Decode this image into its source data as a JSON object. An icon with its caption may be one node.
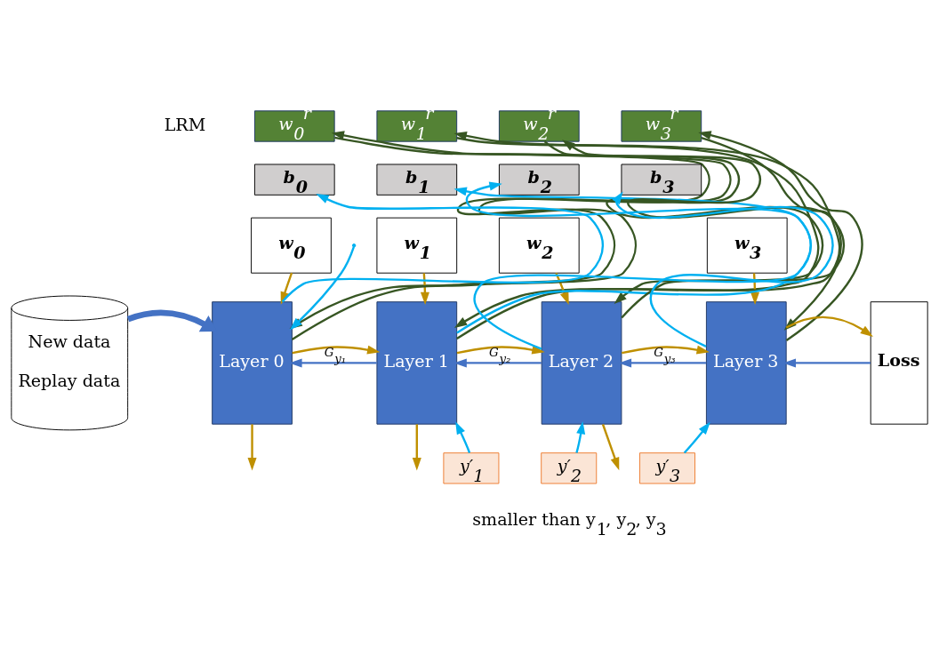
{
  "diagram": {
    "nodes": [
      {
        "text": [
          "w$_{0}$$^{r}$"
        ]
      },
      {
        "text": [
          "w$_{1}$$^{r}$"
        ]
      },
      {
        "text": [
          "w$_{2}$$^{r}$"
        ]
      },
      {
        "text": [
          "w$_{3}$$^{r}$"
        ]
      },
      {
        "text": [
          "b$_{0}$"
        ]
      },
      {
        "text": [
          "b$_{1}$"
        ]
      },
      {
        "text": [
          "b$_{2}$"
        ]
      },
      {
        "text": [
          "b$_{3}$"
        ]
      },
      {
        "text": [
          "w$_{0}$"
        ]
      },
      {
        "text": [
          "w$_{1}$"
        ]
      },
      {
        "text": [
          "w$_{2}$"
        ]
      },
      {
        "text": [
          "w$_{3}$"
        ]
      },
      {
        "text": [
          "New data",
          "Replay data"
        ]
      },
      {
        "text": [
          "Layer 0"
        ]
      },
      {
        "text": [
          "Layer 1"
        ]
      },
      {
        "text": [
          "Layer 2"
        ]
      },
      {
        "text": [
          "Layer 3"
        ]
      },
      {
        "text": [
          "Loss"
        ]
      },
      {
        "text": [
          "y′$_{1}$"
        ]
      },
      {
        "text": [
          "y′$_{2}$"
        ]
      },
      {
        "text": [
          "y′$_{3}$"
        ]
      }
    ],
    "edges": [
      {
        "from": 13,
        "to": 0,
        "arrow": "to",
        "color": "#375623"
      },
      {
        "from": 0,
        "to": 13,
        "arrow": "to",
        "color": "#375623"
      },
      {
        "from": 14,
        "to": 1,
        "arrow": "to",
        "color": "#375623"
      },
      {
        "from": 1,
        "to": 14,
        "arrow": "to",
        "color": "#375623"
      },
      {
        "from": 15,
        "to": 2,
        "arrow": "to",
        "color": "#375623"
      },
      {
        "from": 2,
        "to": 15,
        "arrow": "to",
        "color": "#375623"
      },
      {
        "from": 16,
        "to": 3,
        "arrow": "to",
        "color": "#375623"
      },
      {
        "from": 3,
        "to": 16,
        "arrow": "to",
        "color": "#375623"
      },
      {
        "from": 13,
        "to": 4,
        "arrow": "to",
        "color": "#00b0f0"
      },
      {
        "from": 14,
        "to": 5,
        "arrow": "to",
        "color": "#00b0f0"
      },
      {
        "from": 15,
        "to": 6,
        "arrow": "to",
        "color": "#00b0f0"
      },
      {
        "from": 16,
        "to": 7,
        "arrow": "to",
        "color": "#00b0f0"
      },
      {
        "from": 8,
        "to": 13,
        "arrow": "to"
      },
      {
        "from": 9,
        "to": 14,
        "arrow": "to"
      },
      {
        "from": 10,
        "to": 15,
        "arrow": "to"
      },
      {
        "from": 11,
        "to": 16,
        "arrow": "to"
      },
      {
        "from": 12,
        "to": 13,
        "arrow": "to",
        "style": "thick",
        "color": "#4472c4"
      },
      {
        "from": null,
        "to": 13,
        "arrow": "to",
        "color": "#00b0f0"
      },
      {
        "from": 14,
        "to": 13,
        "arrow": "to",
        "label": "G$_{y₁}$",
        "color": "#4472c4"
      },
      {
        "from": 13,
        "to": 14,
        "arrow": "to"
      },
      {
        "from": 13,
        "to": null,
        "arrow": "to"
      },
      {
        "from": 15,
        "to": 14,
        "arrow": "to",
        "label": "G$_{y₂}$",
        "color": "#4472c4"
      },
      {
        "from": 14,
        "to": 15,
        "arrow": "to"
      },
      {
        "from": 14,
        "to": null,
        "arrow": "to"
      },
      {
        "from": 16,
        "to": 15,
        "arrow": "to",
        "label": "G$_{y₃}$",
        "color": "#4472c4"
      },
      {
        "from": 15,
        "to": 16,
        "arrow": "to"
      },
      {
        "from": 15,
        "to": null,
        "arrow": "to"
      },
      {
        "from": 17,
        "to": 16,
        "arrow": "to",
        "color": "#4472c4"
      },
      {
        "from": 16,
        "to": 17,
        "arrow": "to"
      },
      {
        "from": 18,
        "to": 14,
        "arrow": "to",
        "color": "#00b0f0"
      },
      {
        "from": 19,
        "to": 15,
        "arrow": "to",
        "color": "#00b0f0"
      },
      {
        "from": 20,
        "to": 16,
        "arrow": "to",
        "color": "#00b0f0"
      }
    ],
    "labels": [
      "LRM",
      "smaller than y$_{1}$, y$_{2}$, y$_{3}$"
    ]
  }
}
